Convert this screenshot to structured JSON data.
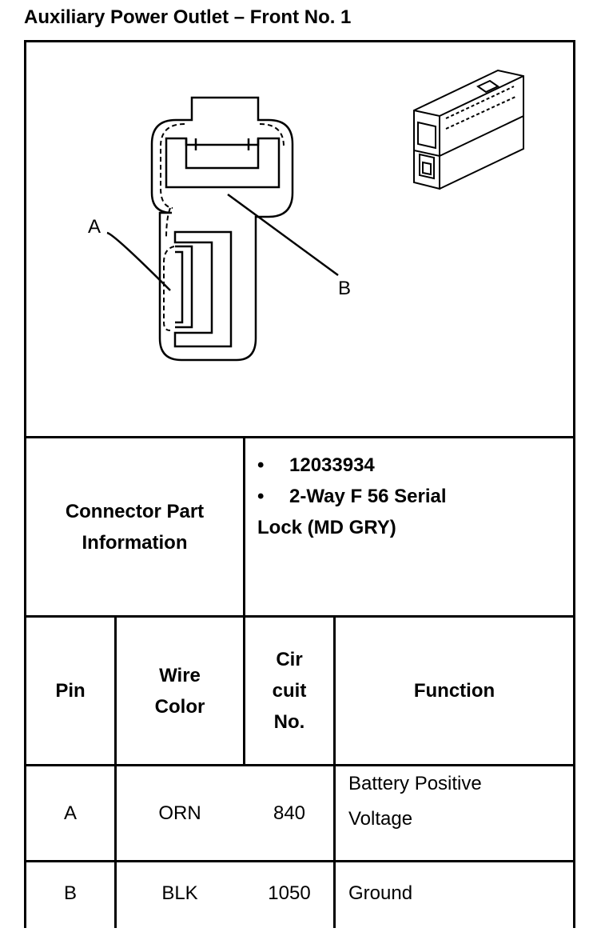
{
  "title": "Auxiliary Power Outlet – Front No. 1",
  "diagram": {
    "label_a": "A",
    "label_b": "B"
  },
  "connector_info": {
    "label_line1": "Connector Part",
    "label_line2": "Information",
    "bullet_symbol": "•",
    "part_number": "12033934",
    "description_line1": "2-Way F 56 Serial",
    "description_line2": "Lock (MD GRY)"
  },
  "table": {
    "headers": {
      "pin": "Pin",
      "wire_color_1": "Wire",
      "wire_color_2": "Color",
      "circuit_1": "Cir",
      "circuit_2": "cuit",
      "circuit_3": "No.",
      "function": "Function"
    },
    "rows": [
      {
        "pin": "A",
        "color": "ORN",
        "circuit": "840",
        "function_1": "Battery Positive",
        "function_2": "Voltage"
      },
      {
        "pin": "B",
        "color": "BLK",
        "circuit": "1050",
        "function_1": "Ground",
        "function_2": ""
      }
    ]
  }
}
